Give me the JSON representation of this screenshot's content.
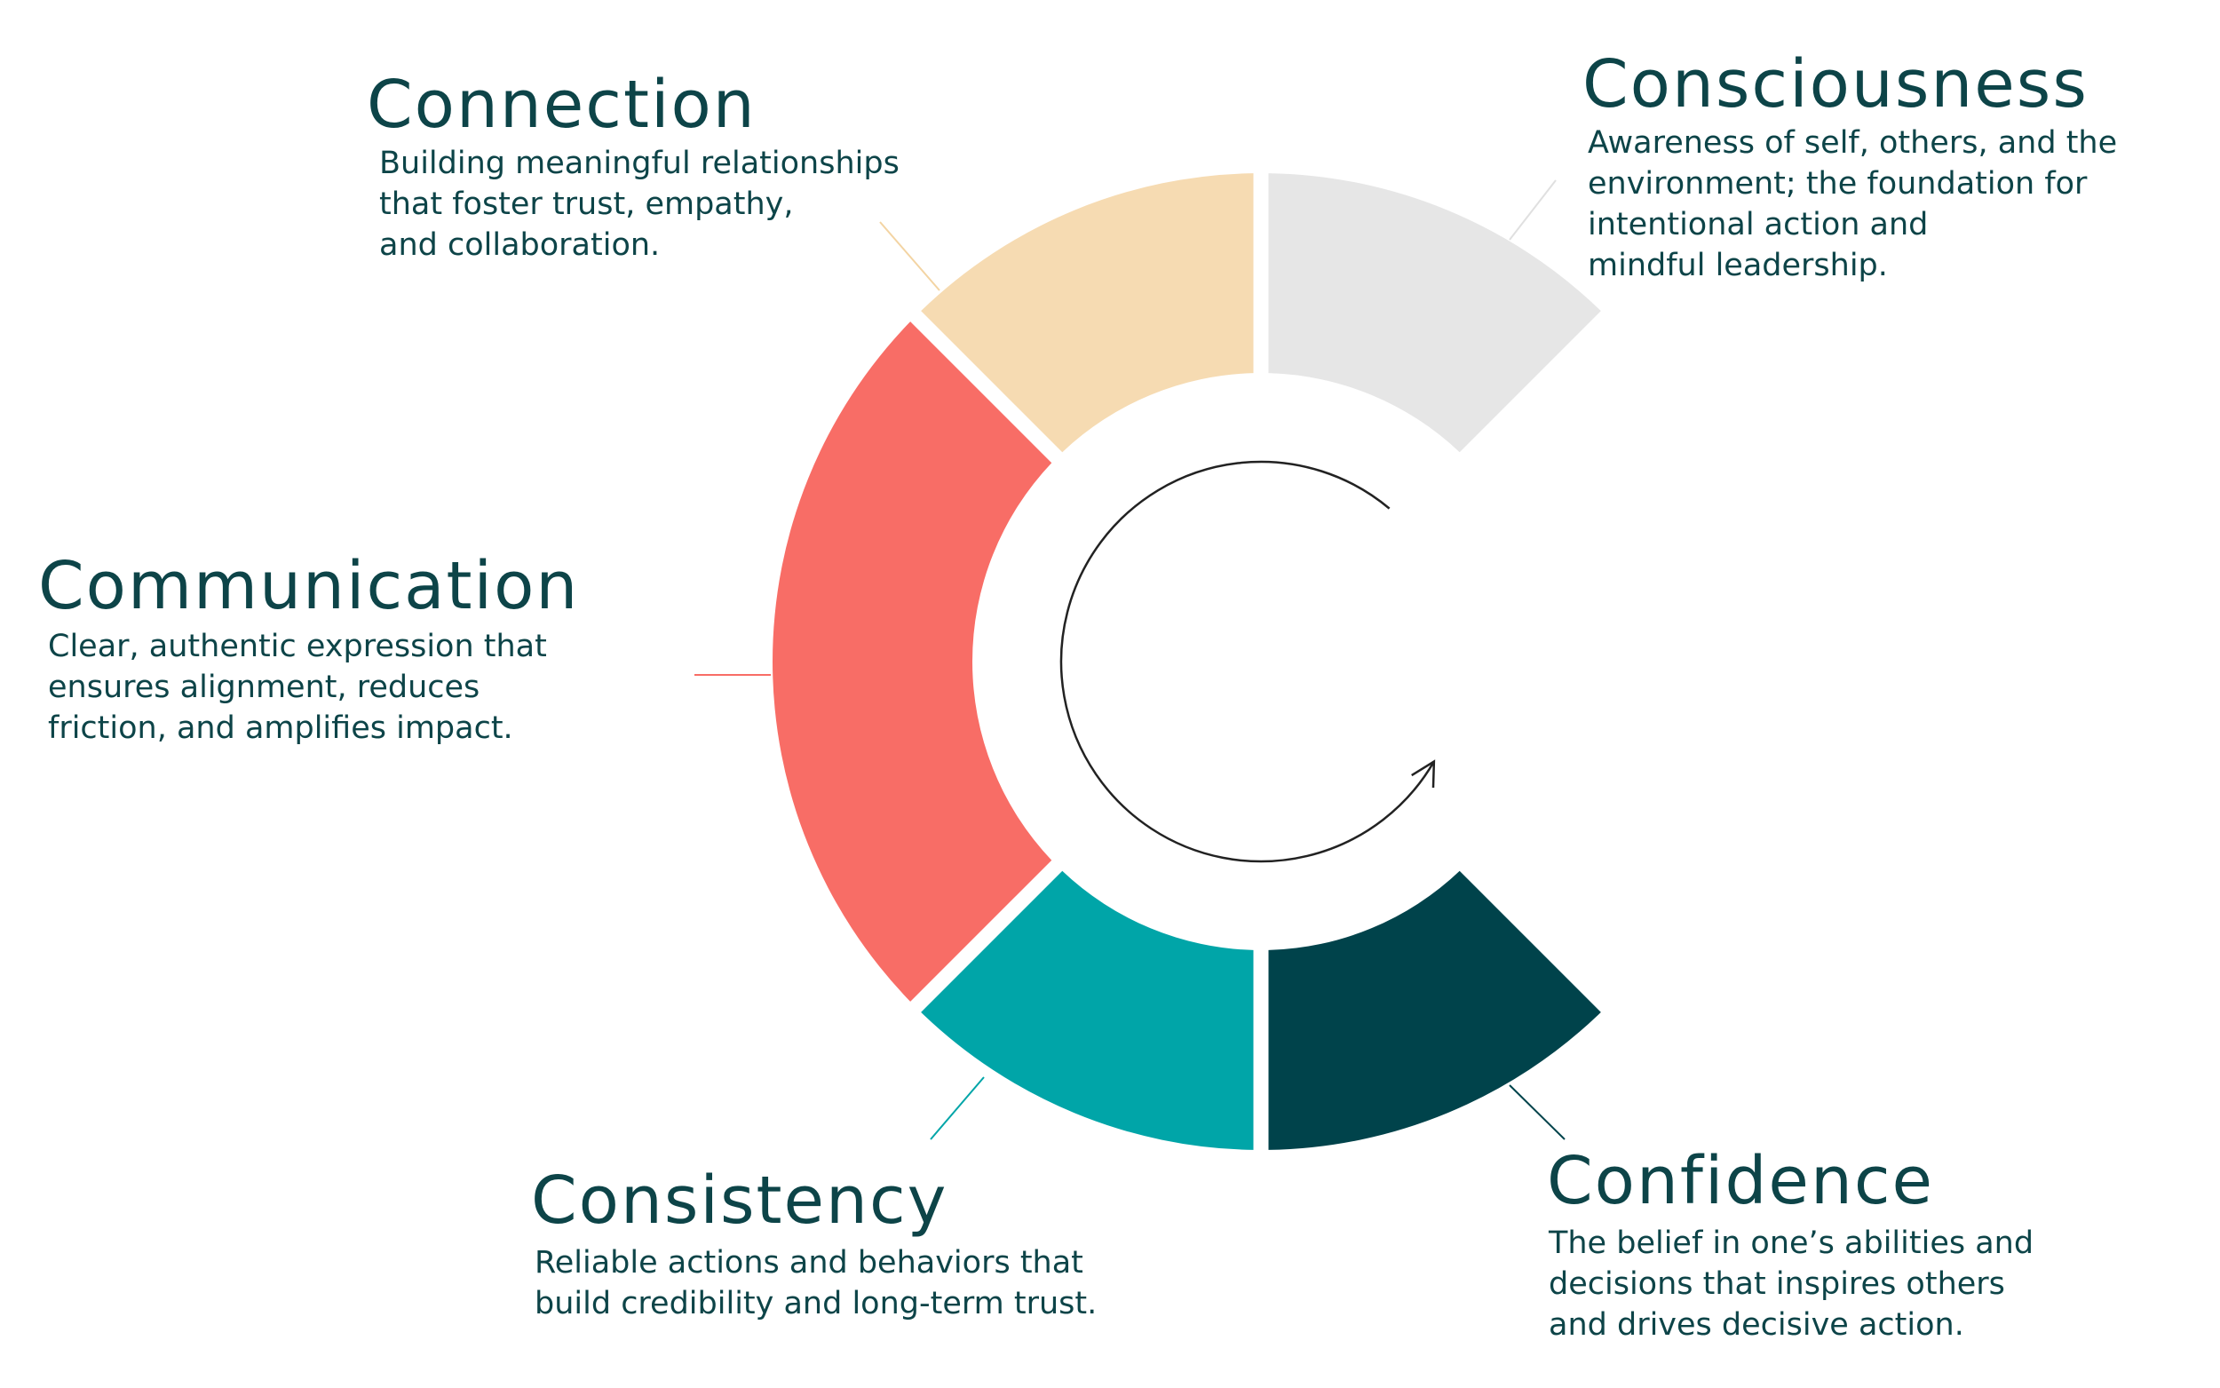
{
  "colors": {
    "text": "#0d4448",
    "arrow": "#222222"
  },
  "segments": [
    {
      "id": "consciousness",
      "title": "Consciousness",
      "description": "Awareness of self, others, and the\nenvironment; the foundation for\nintentional action and\nmindful leadership.",
      "color": "#e6e6e6",
      "leader_color": "#e0e0e0"
    },
    {
      "id": "connection",
      "title": "Connection",
      "description": "Building meaningful relationships\nthat foster trust, empathy,\nand collaboration.",
      "color": "#f6dbb2",
      "leader_color": "#f3d4a3"
    },
    {
      "id": "communication",
      "title": "Communication",
      "description": "Clear, authentic expression that\nensures alignment, reduces\nfriction, and amplifies impact.",
      "color": "#f86d66",
      "leader_color": "#f86d66"
    },
    {
      "id": "consistency",
      "title": "Consistency",
      "description": "Reliable actions and behaviors that\nbuild credibility and long-term trust.",
      "color": "#00a5a8",
      "leader_color": "#00a5a8"
    },
    {
      "id": "confidence",
      "title": "Confidence",
      "description": "The belief in one’s abilities and\ndecisions that inspires others\nand drives decisive action.",
      "color": "#00434b",
      "leader_color": "#00434b"
    }
  ]
}
